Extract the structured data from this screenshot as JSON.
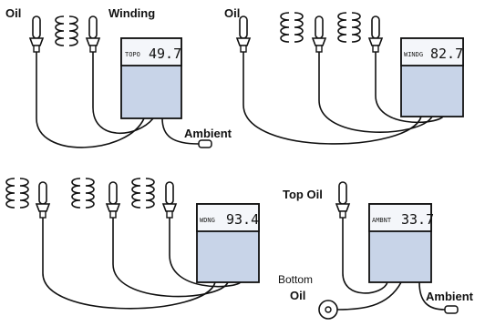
{
  "panels": [
    {
      "labels": {
        "oil": "Oil",
        "winding": "Winding",
        "ambient": "Ambient"
      },
      "display": {
        "code": "TOPO",
        "value": "49.7"
      }
    },
    {
      "labels": {
        "oil": "Oil"
      },
      "display": {
        "code": "WINDG",
        "value": "82.7"
      }
    },
    {
      "display": {
        "code": "WDNG",
        "value": "93.4"
      }
    },
    {
      "labels": {
        "top_oil": "Top Oil",
        "bottom": "Bottom",
        "oil": "Oil",
        "ambient": "Ambient"
      },
      "display": {
        "code": "AMBNT",
        "value": "33.7"
      }
    }
  ],
  "colors": {
    "monitor_body": "#c8d4e8",
    "monitor_screen": "#f4f6fa",
    "stroke": "#111111"
  }
}
